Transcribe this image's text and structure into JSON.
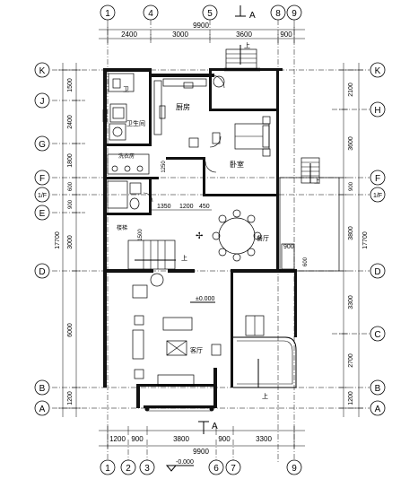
{
  "grid_columns": {
    "top": [
      "1",
      "4",
      "5",
      "8",
      "9"
    ],
    "bottom": [
      "1",
      "2",
      "3",
      "6",
      "7",
      "9"
    ]
  },
  "grid_rows": {
    "left": [
      "K",
      "J",
      "G",
      "F",
      "1/F",
      "E",
      "D",
      "B",
      "A"
    ],
    "right": [
      "K",
      "H",
      "F",
      "1/F",
      "D",
      "C",
      "B",
      "A"
    ]
  },
  "dimensions": {
    "top_total": "9900",
    "top_segments": [
      "2400",
      "3000",
      "3600",
      "900"
    ],
    "bottom_total": "9900",
    "bottom_segments": [
      "1200",
      "900",
      "3800",
      "900",
      "3300"
    ],
    "left_total": "17700",
    "left_segments": [
      "1500",
      "2400",
      "1800",
      "600",
      "900",
      "3000",
      "6000",
      "1200"
    ],
    "right_total": "17700",
    "right_segments": [
      "2100",
      "3600",
      "900",
      "3800",
      "3300",
      "2700",
      "1200"
    ],
    "interior": [
      "1350",
      "1200",
      "450",
      "1500",
      "1250",
      "900",
      "600"
    ]
  },
  "rooms": {
    "bath": "卫",
    "second_bath": "卫生间",
    "kitchen": "厨房",
    "bedroom": "卧室",
    "laundry": "洗衣房",
    "dining": "餐厅",
    "stair_well": "楼梯",
    "living": "客厅"
  },
  "section_marks": {
    "top": "A",
    "bottom": "A"
  },
  "elevations": {
    "living": "±0.000",
    "outdoor": "-0.000"
  },
  "stair_labels": [
    "上",
    "上",
    "上",
    "上"
  ]
}
